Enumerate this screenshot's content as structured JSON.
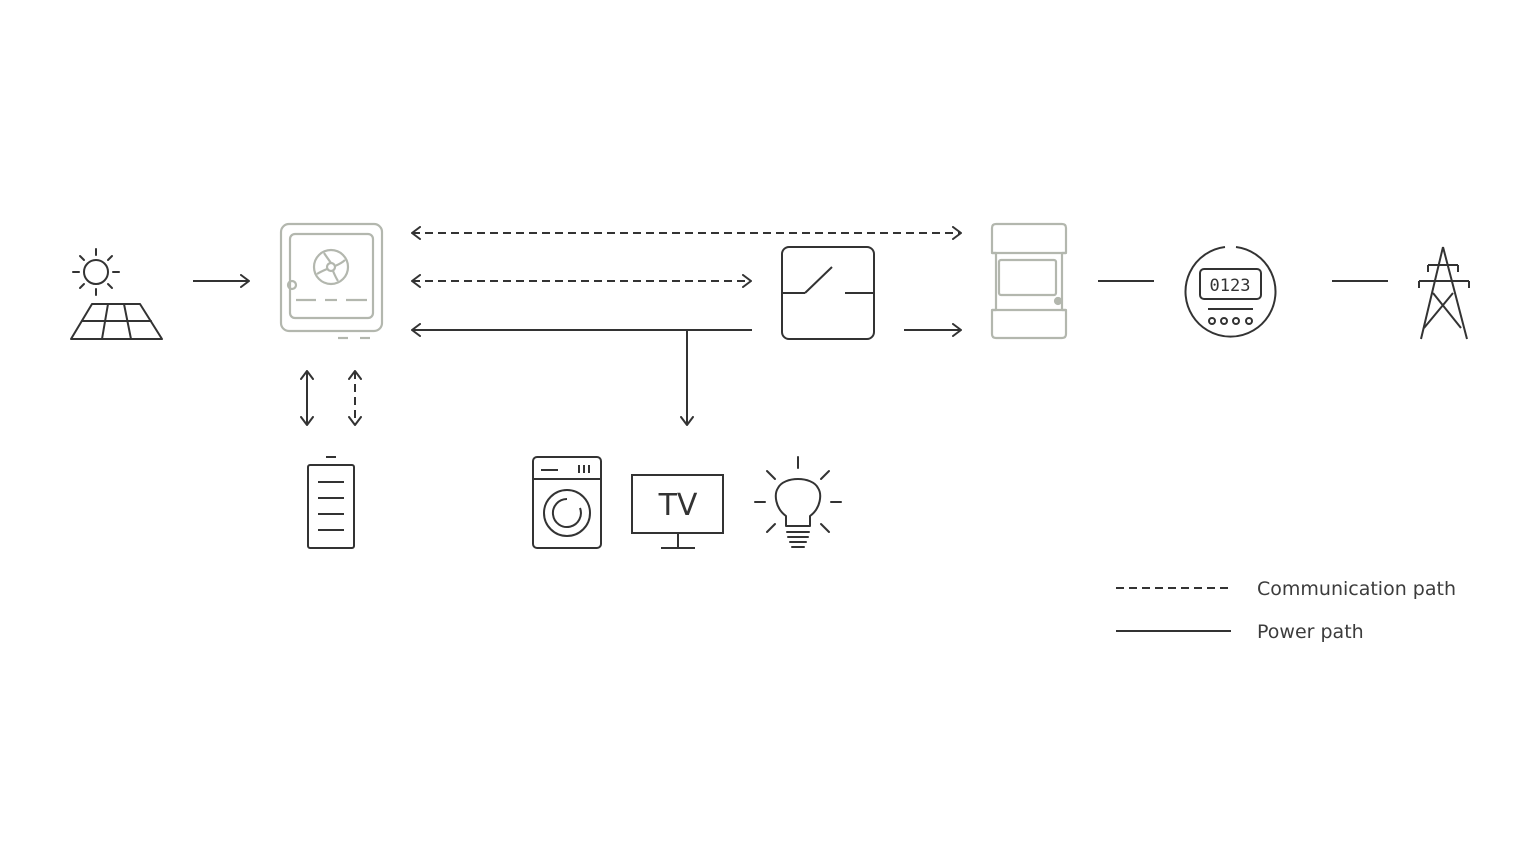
{
  "colors": {
    "dark": "#333333",
    "device": "#b3b7ae",
    "background": "#ffffff"
  },
  "icons": {
    "sun_panel": "solar-panel-icon",
    "inverter": "inverter-icon",
    "battery": "battery-icon",
    "washer": "washing-machine-icon",
    "tv": "tv-icon",
    "bulb": "light-bulb-icon",
    "switch": "switch-icon",
    "smart_meter": "smart-meter-icon",
    "utility_meter": "utility-meter-icon",
    "pylon": "power-pylon-icon"
  },
  "tv": {
    "label": "TV"
  },
  "meter": {
    "display": "0123"
  },
  "legend": {
    "communication": "Communication path",
    "power": "Power path"
  }
}
